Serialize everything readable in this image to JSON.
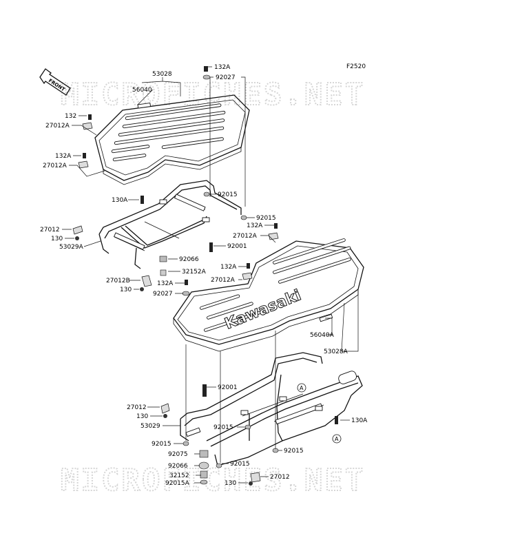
{
  "figure_code": "F2520",
  "front_arrow_label": "FRONT",
  "watermark": "MICROFICHES.NET",
  "decal_text": "Kawasaki",
  "callout_letter": "A",
  "part_labels": [
    {
      "id": "53028",
      "text": "53028"
    },
    {
      "id": "56040",
      "text": "56040"
    },
    {
      "id": "132A_top",
      "text": "132A"
    },
    {
      "id": "92027_top",
      "text": "92027"
    },
    {
      "id": "132",
      "text": "132"
    },
    {
      "id": "27012A_1",
      "text": "27012A"
    },
    {
      "id": "132A_2",
      "text": "132A"
    },
    {
      "id": "27012A_2",
      "text": "27012A"
    },
    {
      "id": "130A_1",
      "text": "130A"
    },
    {
      "id": "92015_1",
      "text": "92015"
    },
    {
      "id": "92015_2",
      "text": "92015"
    },
    {
      "id": "132A_3",
      "text": "132A"
    },
    {
      "id": "27012_1",
      "text": "27012"
    },
    {
      "id": "130_1",
      "text": "130"
    },
    {
      "id": "27012A_3",
      "text": "27012A"
    },
    {
      "id": "53029A",
      "text": "53029A"
    },
    {
      "id": "92001_1",
      "text": "92001"
    },
    {
      "id": "92066_1",
      "text": "92066"
    },
    {
      "id": "132A_4",
      "text": "132A"
    },
    {
      "id": "32152A",
      "text": "32152A"
    },
    {
      "id": "27012A_4",
      "text": "27012A"
    },
    {
      "id": "27012B",
      "text": "27012B"
    },
    {
      "id": "132A_5",
      "text": "132A"
    },
    {
      "id": "130_2",
      "text": "130"
    },
    {
      "id": "92027_2",
      "text": "92027"
    },
    {
      "id": "56040A",
      "text": "56040A"
    },
    {
      "id": "53028A",
      "text": "53028A"
    },
    {
      "id": "92001_2",
      "text": "92001"
    },
    {
      "id": "27012_2",
      "text": "27012"
    },
    {
      "id": "130_3",
      "text": "130"
    },
    {
      "id": "53029",
      "text": "53029"
    },
    {
      "id": "92015_3",
      "text": "92015"
    },
    {
      "id": "92015_4",
      "text": "92015"
    },
    {
      "id": "130A_2",
      "text": "130A"
    },
    {
      "id": "92015_5",
      "text": "92015"
    },
    {
      "id": "92075",
      "text": "92075"
    },
    {
      "id": "92066_2",
      "text": "92066"
    },
    {
      "id": "92015_6",
      "text": "92015"
    },
    {
      "id": "32152",
      "text": "32152"
    },
    {
      "id": "27012_3",
      "text": "27012"
    },
    {
      "id": "92015A",
      "text": "92015A"
    },
    {
      "id": "130_4",
      "text": "130"
    }
  ]
}
